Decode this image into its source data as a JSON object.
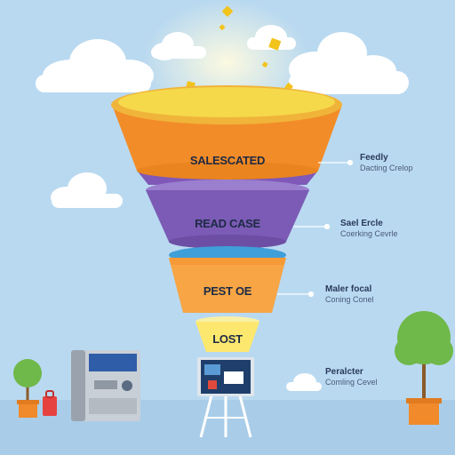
{
  "stages": [
    {
      "label": "SALESCATED",
      "color": "#f28c28"
    },
    {
      "label": "READ CASE",
      "color": "#7b5bb5"
    },
    {
      "label": "PEST OE",
      "color": "#f7a545"
    },
    {
      "label": "LOST",
      "color": "#fde86f"
    }
  ],
  "callouts": [
    {
      "title": "Feedly",
      "subtitle": "Dacting Crelop"
    },
    {
      "title": "Sael Ercle",
      "subtitle": "Coerking Cevrle"
    },
    {
      "title": "Maler focal",
      "subtitle": "Coning Conel"
    },
    {
      "title": "Peralcter",
      "subtitle": "Comling Cevel"
    }
  ],
  "icons": [
    "cloud-icon",
    "sparkle-icon",
    "tree-icon",
    "server-icon",
    "suitcase-icon",
    "easel-icon"
  ],
  "colors": {
    "sky": "#b9d9f0",
    "ground": "#a9cde8",
    "top_fill": "#f5d94a",
    "tree_green": "#6fb84a",
    "pot": "#f08a2a"
  }
}
